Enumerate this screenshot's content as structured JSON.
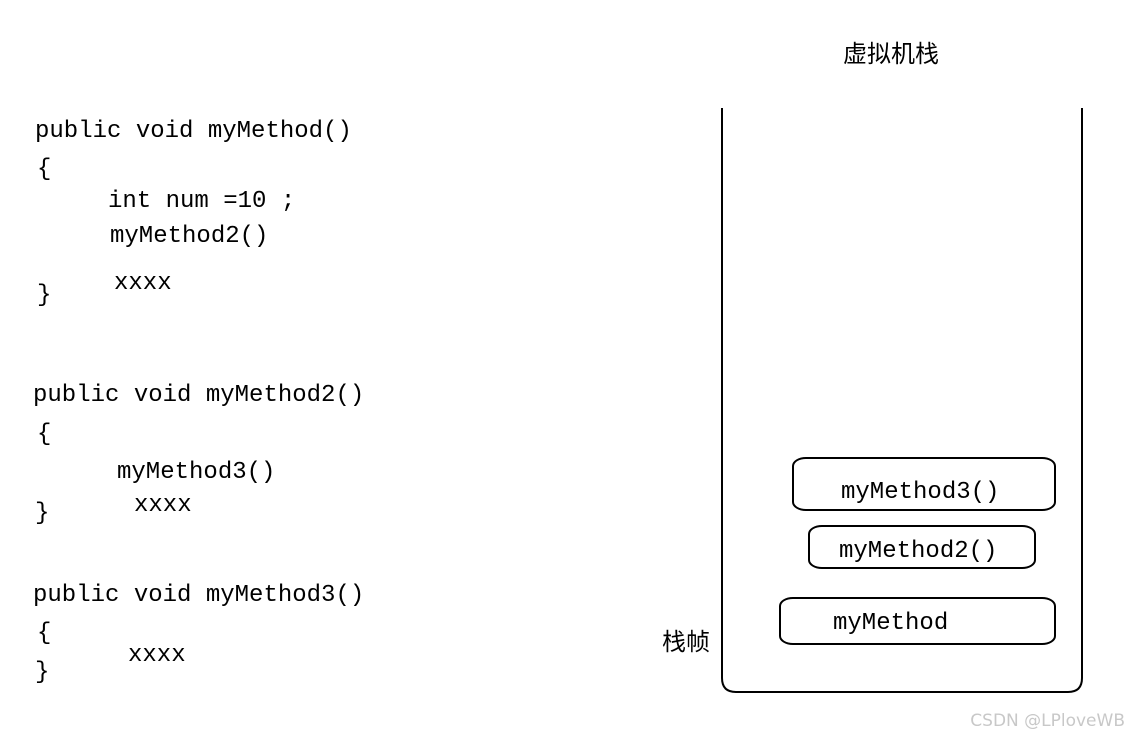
{
  "code": {
    "method1": {
      "signature": "public void myMethod()",
      "open_brace": "{",
      "line1": "int num =10 ;",
      "line2": "myMethod2()",
      "line3": "xxxx",
      "close_brace": "}"
    },
    "method2": {
      "signature": "public void myMethod2()",
      "open_brace": "{",
      "line1": "myMethod3()",
      "line2": "xxxx",
      "close_brace": "}"
    },
    "method3": {
      "signature": "public void myMethod3()",
      "open_brace": "{",
      "line1": "xxxx",
      "close_brace": "}"
    }
  },
  "stack": {
    "title": "虚拟机栈",
    "frame_label": "栈帧",
    "frames": [
      "myMethod3()",
      "myMethod2()",
      "myMethod"
    ]
  },
  "watermark": "CSDN @LPloveWB"
}
